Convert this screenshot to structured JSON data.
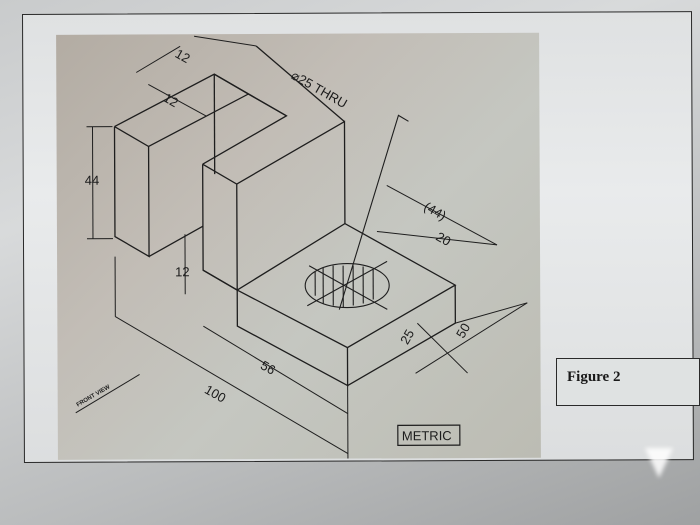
{
  "figure": {
    "caption": "Figure 2",
    "units_label": "METRIC",
    "view_label": "FRONT VIEW",
    "hole_callout": "⌀25 THRU",
    "dimensions": {
      "upright_thickness_top": "12",
      "upright_thickness_side": "12",
      "upright_height": "44",
      "base_height": "12",
      "overall_length": "100",
      "base_length": "56",
      "reference_width": "(44)",
      "hole_offset": "20",
      "hole_center_depth": "25",
      "base_depth": "50"
    }
  }
}
